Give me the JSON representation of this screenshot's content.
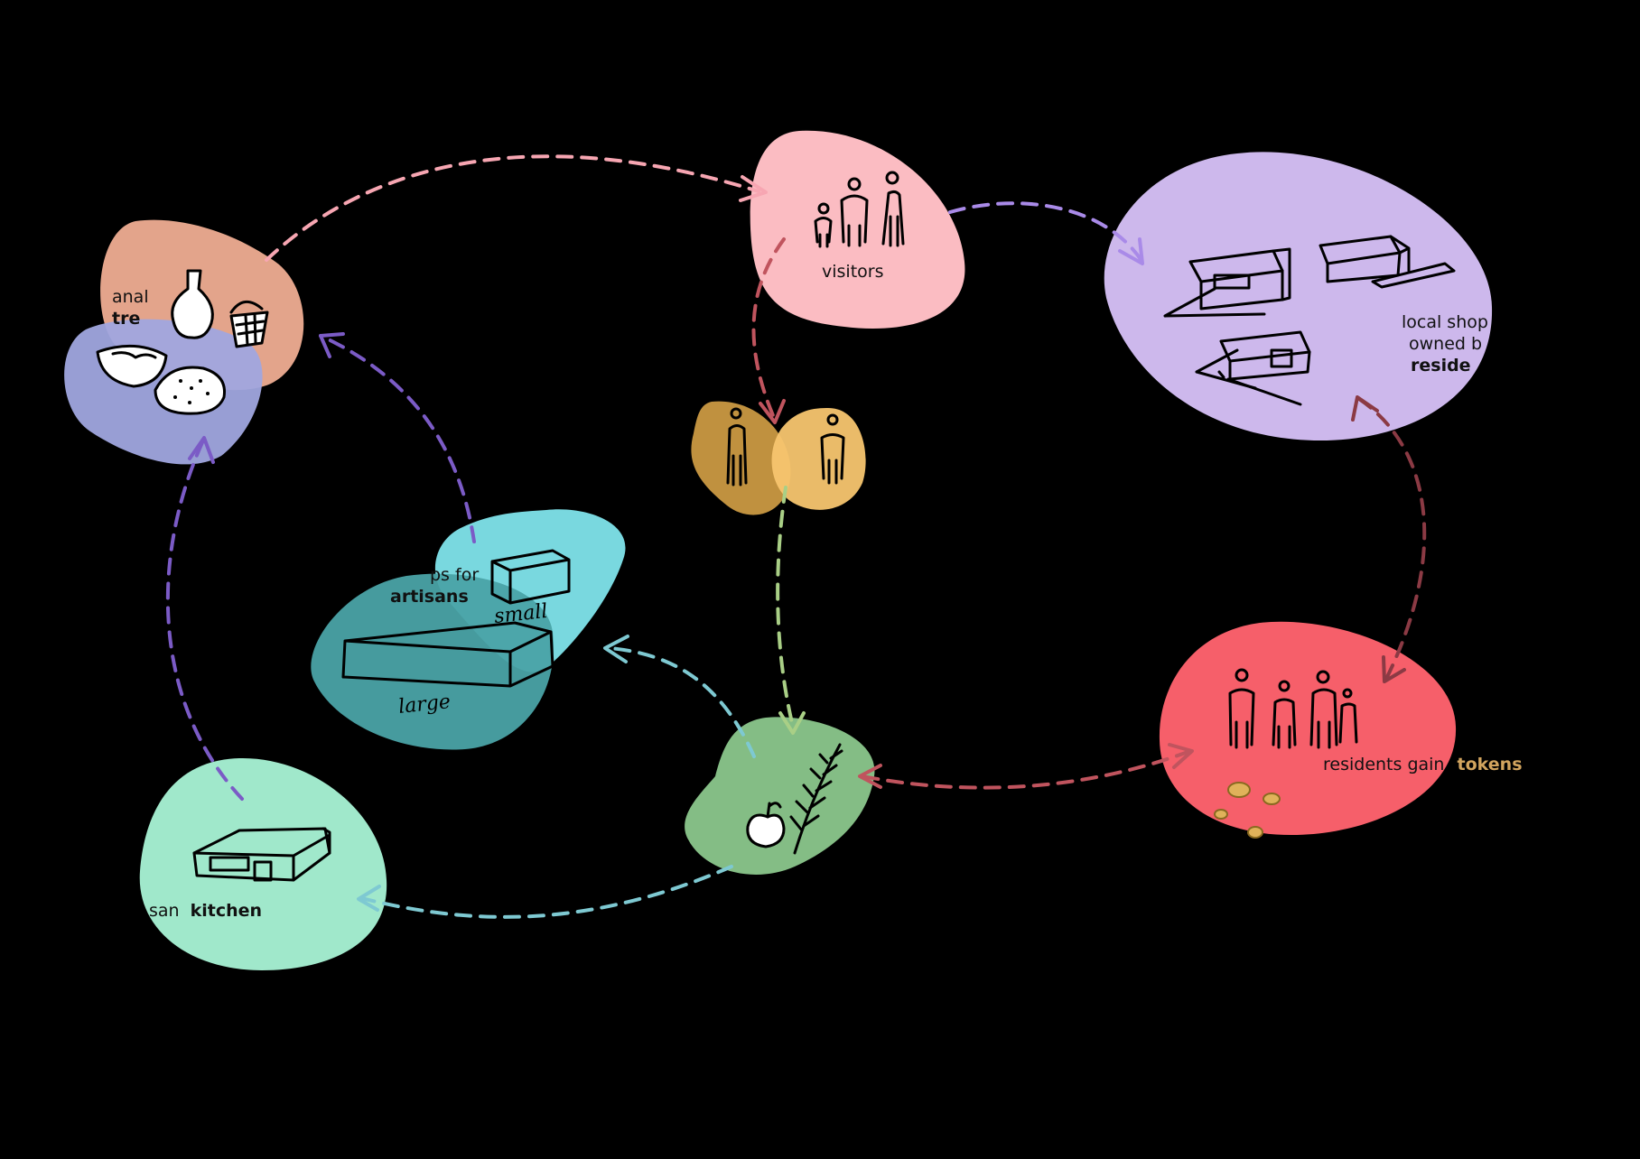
{
  "colors": {
    "background": "#000000",
    "visitors": "#fbbcc2",
    "local_shops": "#cdb8ec",
    "residents": "#f65f6a",
    "tokens_text": "#d2a45e",
    "workshops_small": "#79d8df",
    "workshops_large": "#4aa3a7",
    "artisanal_top": "#e3a48b",
    "artisanal_bottom": "#a0a6df",
    "kitchen": "#a0e8cb",
    "produce": "#84bd85",
    "middle_left": "#c0913f",
    "middle_right": "#f7c56f",
    "arrow_pink": "#f7a6b2",
    "arrow_purple": "#a98ae8",
    "arrow_deep_purple": "#7b5bc6",
    "arrow_red": "#c0545e",
    "arrow_maroon": "#8b3a44",
    "arrow_green": "#a9cf86",
    "arrow_cyan": "#7ec9d2"
  },
  "nodes": {
    "visitors": {
      "label": "visitors",
      "icon": "three-people-icon"
    },
    "local_shops": {
      "line1": "local shop",
      "line2": "owned b",
      "line3": "reside",
      "icon": "shop-buildings-icon"
    },
    "residents": {
      "label_prefix": "residents gain",
      "label_highlight": "tokens",
      "icon": "family-people-icon",
      "coins_icon": "coins-icon"
    },
    "workshops": {
      "line1": "ps for",
      "line2": "artisans",
      "small_label": "small",
      "large_label": "large",
      "icon": "box-icon"
    },
    "artisanal": {
      "line1": "anal",
      "line2": "tre",
      "icon": "jug-basket-bread-icon"
    },
    "kitchen": {
      "label_prefix": "san",
      "label_bold": "kitchen",
      "icon": "kitchen-building-icon"
    },
    "produce": {
      "icon": "apple-wheat-icon"
    },
    "middle": {
      "icon": "person-pair-icon"
    }
  }
}
